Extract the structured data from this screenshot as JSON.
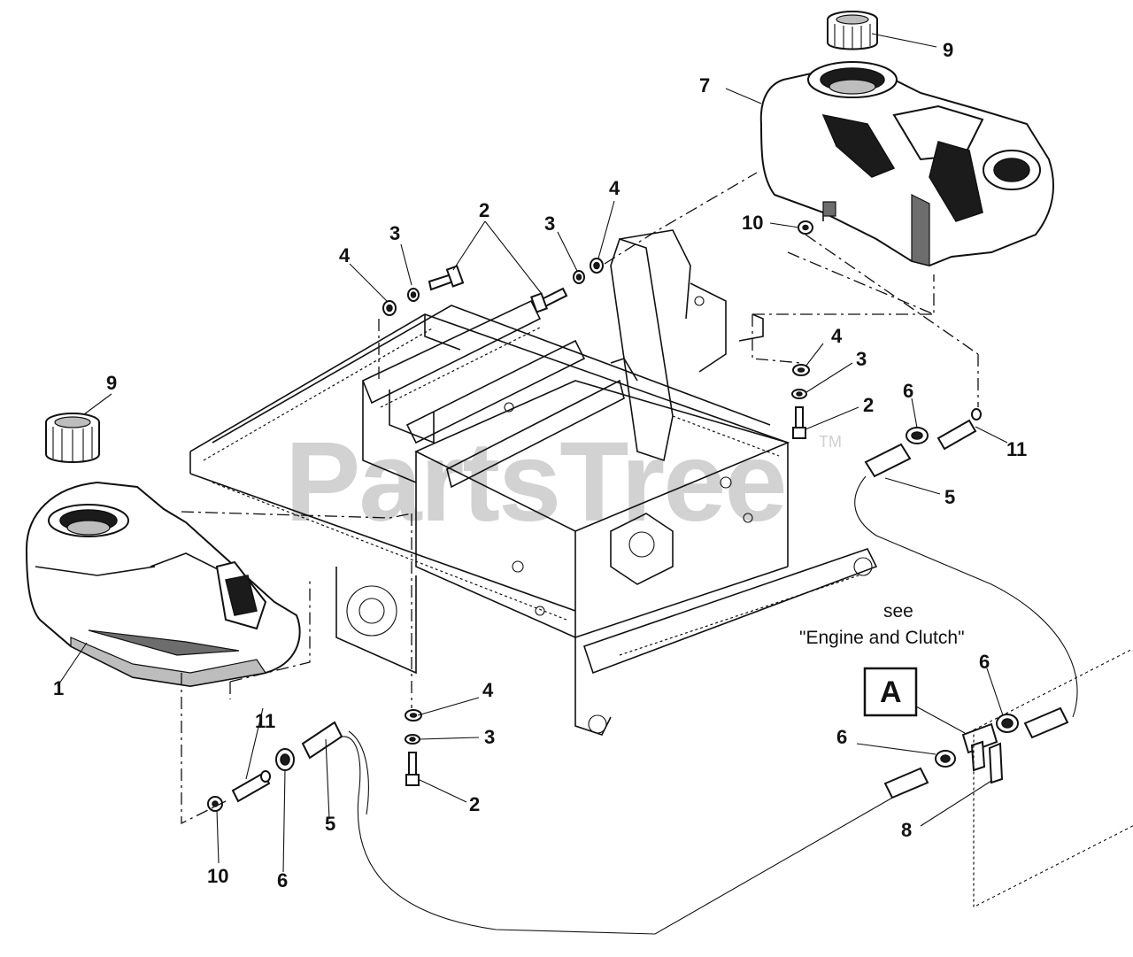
{
  "watermark": {
    "text": "PartsTree",
    "trademark": "TM"
  },
  "reference": {
    "note_line1": "see",
    "note_line2": "\"Engine and Clutch\"",
    "letter": "A"
  },
  "callouts": [
    {
      "id": "c1",
      "label": "1"
    },
    {
      "id": "c2a",
      "label": "2"
    },
    {
      "id": "c2b",
      "label": "2"
    },
    {
      "id": "c2c",
      "label": "2"
    },
    {
      "id": "c3a",
      "label": "3"
    },
    {
      "id": "c3b",
      "label": "3"
    },
    {
      "id": "c3c",
      "label": "3"
    },
    {
      "id": "c3d",
      "label": "3"
    },
    {
      "id": "c4a",
      "label": "4"
    },
    {
      "id": "c4b",
      "label": "4"
    },
    {
      "id": "c4c",
      "label": "4"
    },
    {
      "id": "c4d",
      "label": "4"
    },
    {
      "id": "c5a",
      "label": "5"
    },
    {
      "id": "c5b",
      "label": "5"
    },
    {
      "id": "c6a",
      "label": "6"
    },
    {
      "id": "c6b",
      "label": "6"
    },
    {
      "id": "c6c",
      "label": "6"
    },
    {
      "id": "c6d",
      "label": "6"
    },
    {
      "id": "c7",
      "label": "7"
    },
    {
      "id": "c8",
      "label": "8"
    },
    {
      "id": "c9a",
      "label": "9"
    },
    {
      "id": "c9b",
      "label": "9"
    },
    {
      "id": "c10a",
      "label": "10"
    },
    {
      "id": "c10b",
      "label": "10"
    },
    {
      "id": "c11a",
      "label": "11"
    },
    {
      "id": "c11b",
      "label": "11"
    }
  ]
}
